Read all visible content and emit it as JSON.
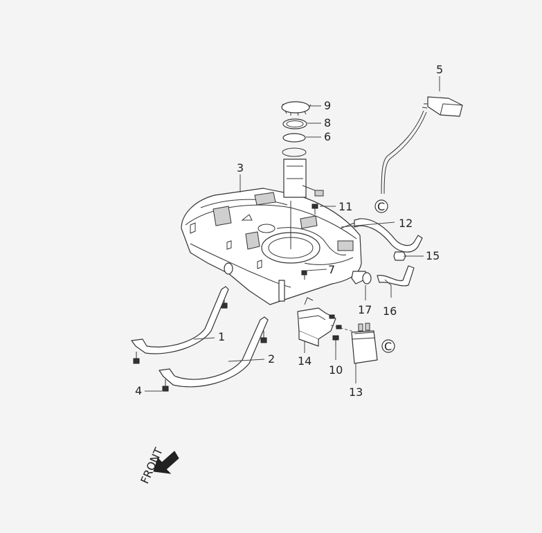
{
  "callouts": {
    "c1": "1",
    "c2": "2",
    "c3": "3",
    "c4": "4",
    "c5": "5",
    "c6": "6",
    "c7": "7",
    "c8": "8",
    "c9": "9",
    "c10": "10",
    "c11": "11",
    "c12": "12",
    "c13": "13",
    "c14": "14",
    "c15": "15",
    "c16": "16",
    "c17": "17"
  },
  "connectors": {
    "c_upper": "C",
    "c_lower": "C"
  },
  "front_label": "FRONT",
  "icons": {
    "front_arrow": "arrow-down-left-icon"
  }
}
